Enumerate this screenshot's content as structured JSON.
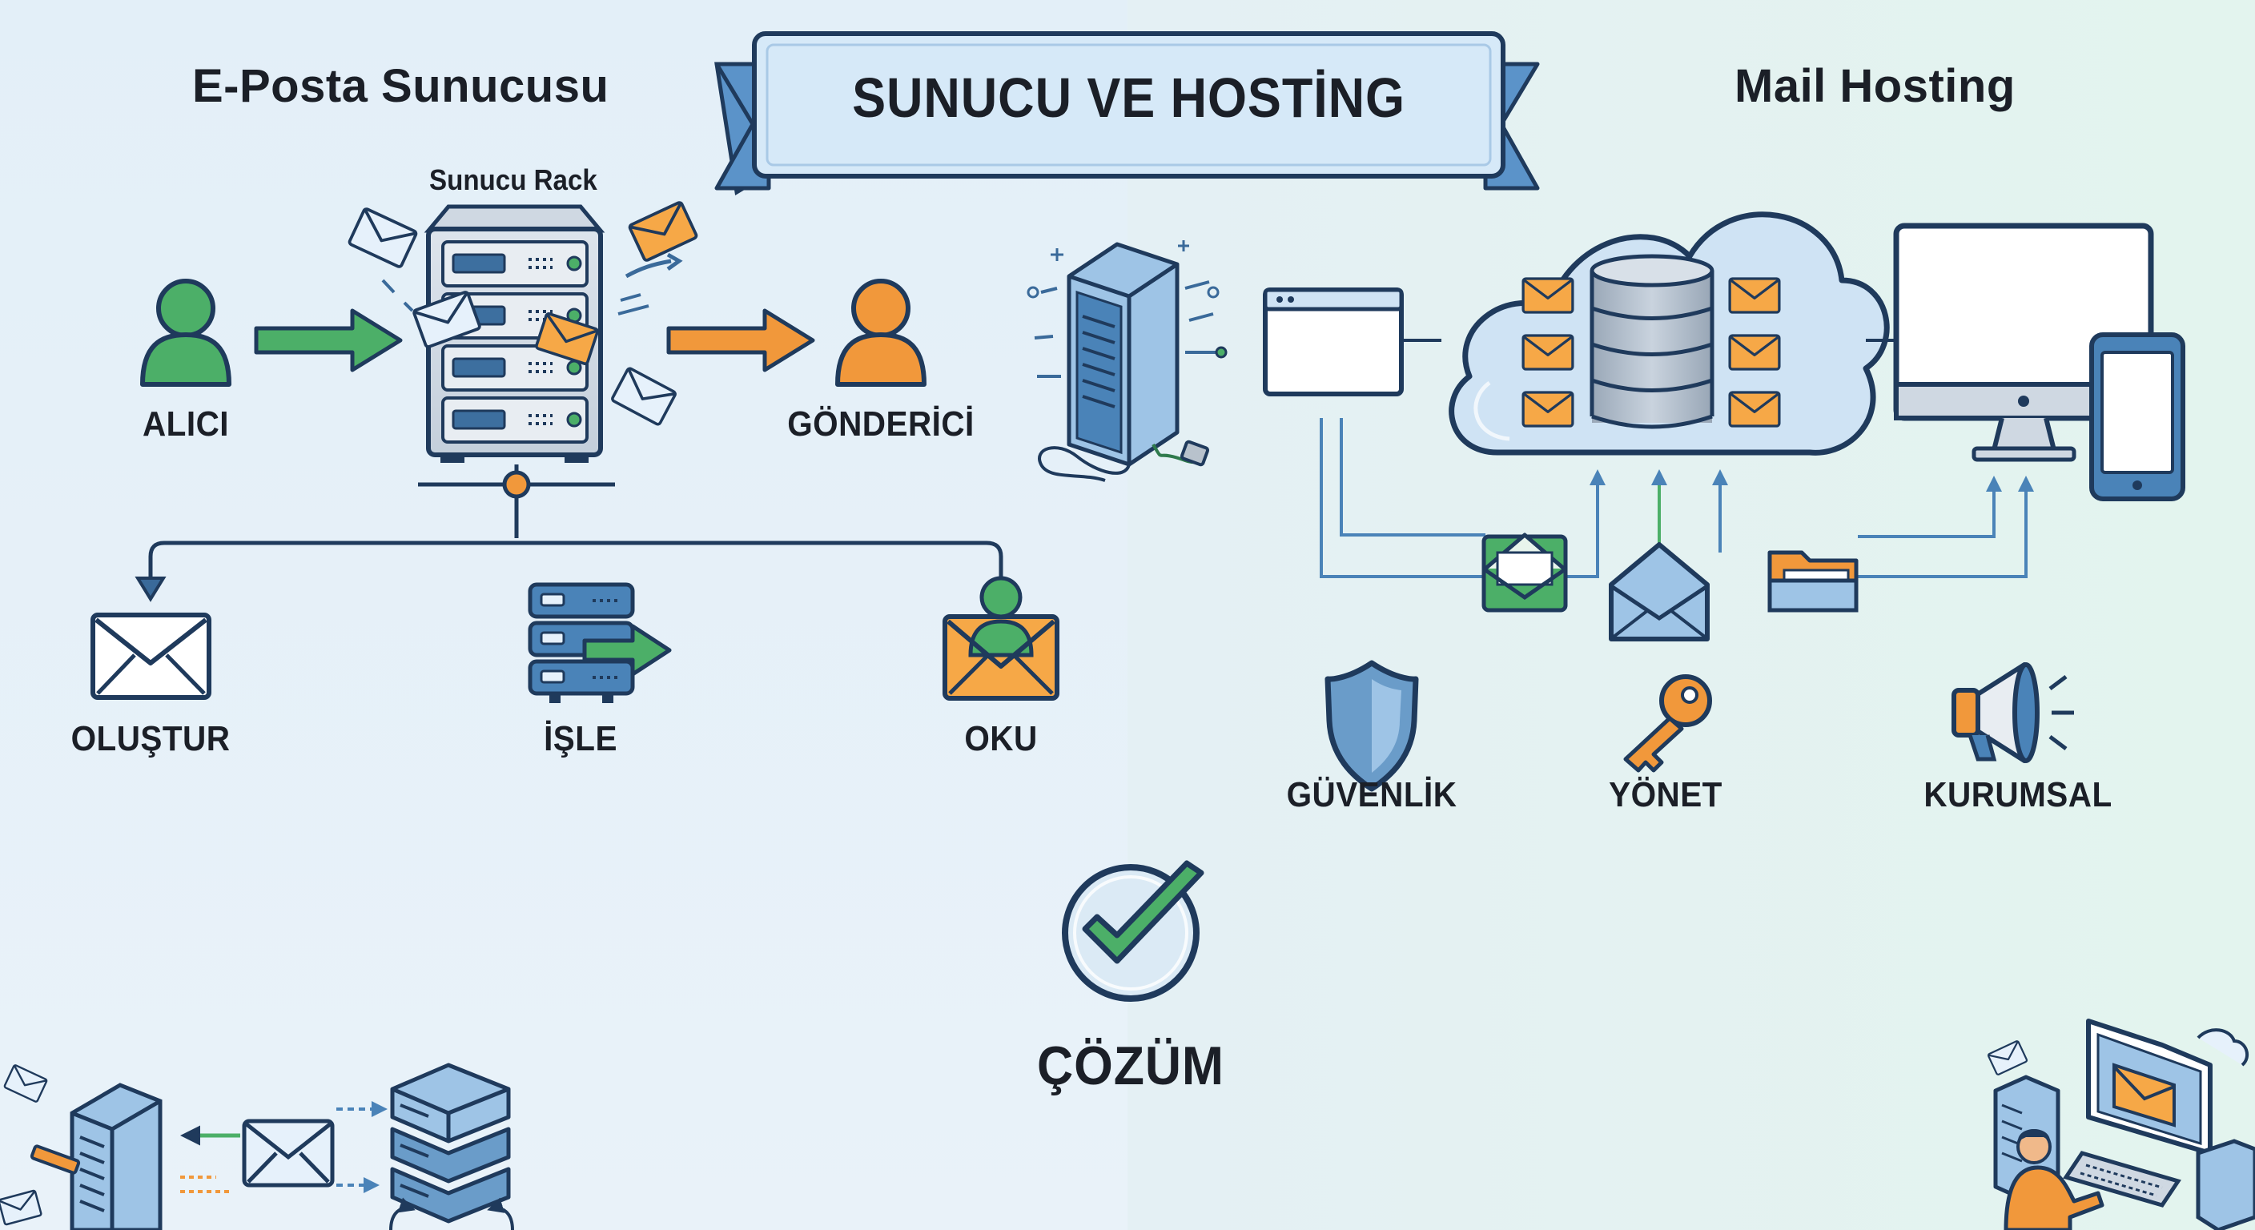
{
  "banner": {
    "title": "SUNUCU VE HOSTİNG"
  },
  "left": {
    "heading": "E-Posta Sunucusu",
    "rack_label": "Sunucu Rack",
    "sender_label": "ALICI",
    "receiver_label": "GÖNDERİCİ",
    "steps": [
      {
        "label": "OLUŞTUR",
        "icon": "envelope-icon"
      },
      {
        "label": "İŞLE",
        "icon": "server-process-icon"
      },
      {
        "label": "OKU",
        "icon": "user-envelope-icon"
      }
    ]
  },
  "right": {
    "heading": "Mail Hosting",
    "features": [
      {
        "label": "GÜVENLİK",
        "icon": "shield-icon"
      },
      {
        "label": "YÖNET",
        "icon": "key-icon"
      },
      {
        "label": "KURUMSAL",
        "icon": "megaphone-icon"
      }
    ]
  },
  "center": {
    "label": "ÇÖZÜM",
    "icon": "checkmark-circle-icon"
  },
  "colors": {
    "navy": "#1f3a5c",
    "steel": "#3a6a9a",
    "green": "#4caf68",
    "orange": "#f1983b",
    "light_blue": "#cfe3f4",
    "banner_fill": "#d6e9f8"
  }
}
